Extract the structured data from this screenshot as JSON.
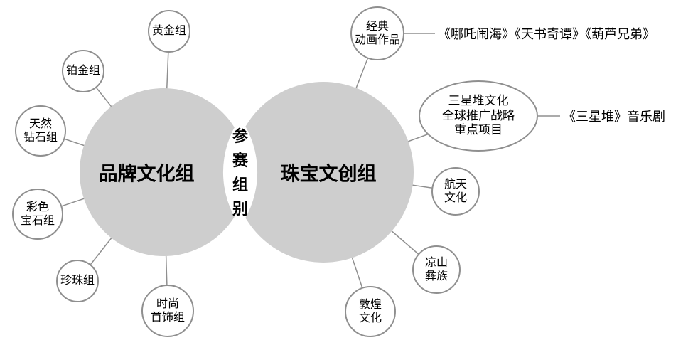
{
  "diagram": {
    "center_label": "参赛组别",
    "left_group": {
      "label": "品牌文化组"
    },
    "right_group": {
      "label": "珠宝文创组"
    }
  },
  "left_nodes": [
    {
      "label": "黄金组"
    },
    {
      "label": "铂金组"
    },
    {
      "label": "天然\n钻石组"
    },
    {
      "label": "彩色\n宝石组"
    },
    {
      "label": "珍珠组"
    },
    {
      "label": "时尚\n首饰组"
    }
  ],
  "right_nodes": [
    {
      "label": "经典\n动画作品"
    },
    {
      "label": "三星堆文化\n全球推广战略\n重点项目"
    },
    {
      "label": "航天\n文化"
    },
    {
      "label": "凉山\n彝族"
    },
    {
      "label": "敦煌\n文化"
    }
  ],
  "annotations": [
    {
      "text": "《哪吒闹海》《天书奇谭》《葫芦兄弟》"
    },
    {
      "text": "《三星堆》音乐剧"
    }
  ],
  "colors": {
    "big_circle_fill": "#cecece",
    "node_border": "#8f8f8f",
    "line": "#8f8f8f",
    "text": "#000000"
  }
}
